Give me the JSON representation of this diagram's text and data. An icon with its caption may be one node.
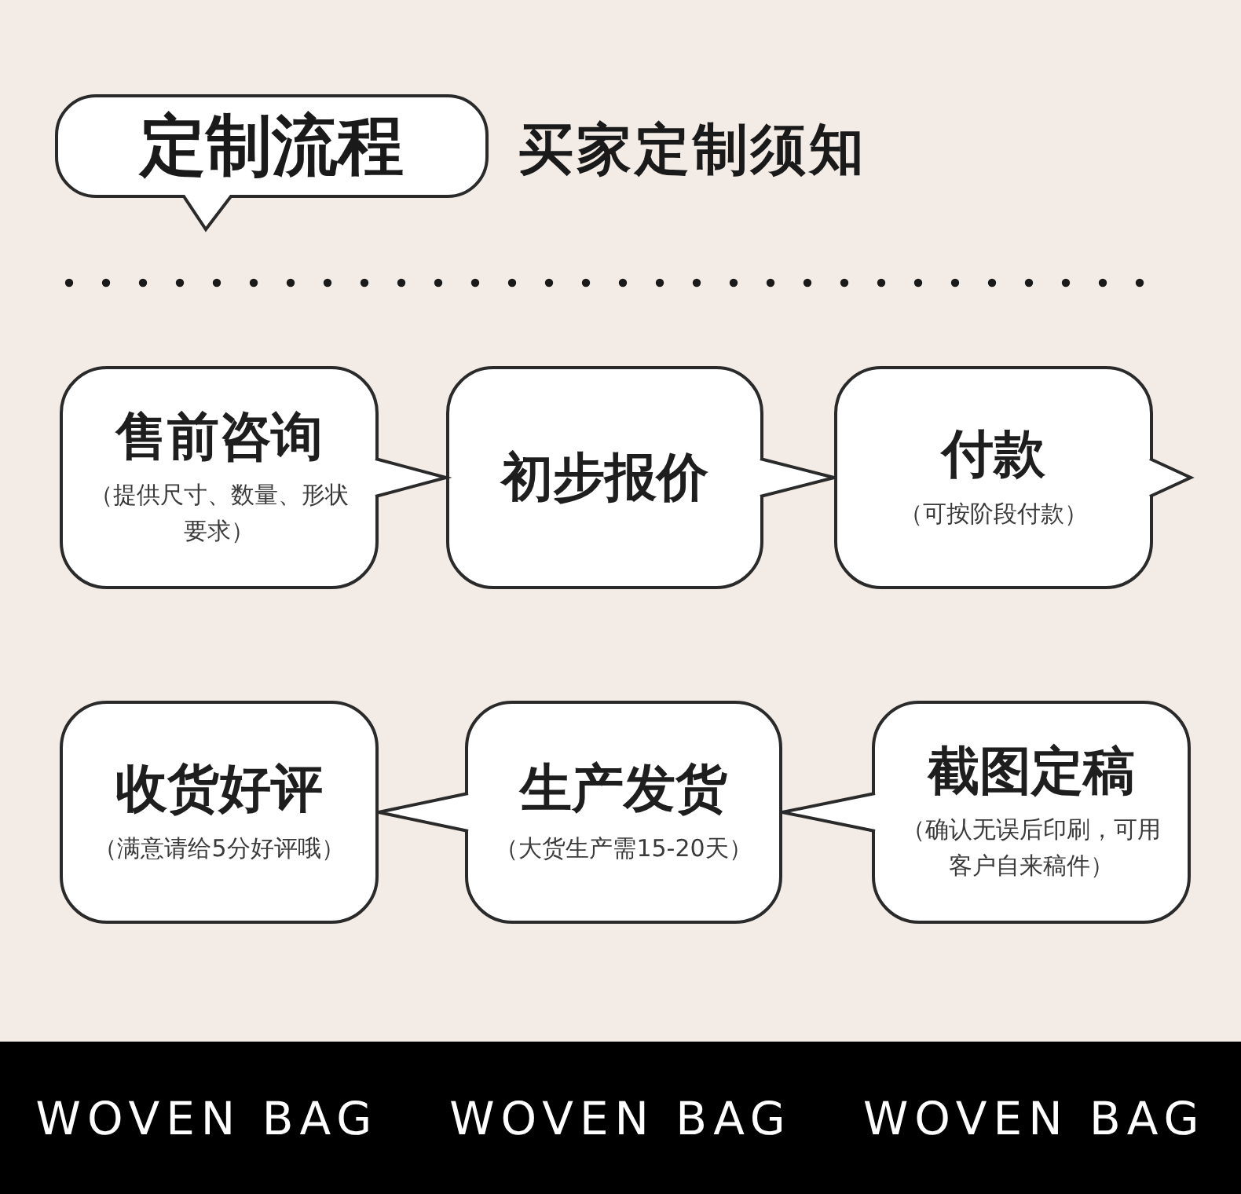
{
  "diagram": {
    "nodes": [
      {
        "text": [
          "定制流程"
        ]
      },
      {
        "text": [
          "售前咨询",
          "（提供尺寸、数量、形状要求）"
        ]
      },
      {
        "text": [
          "初步报价"
        ]
      },
      {
        "text": [
          "付款",
          "（可按阶段付款）"
        ]
      },
      {
        "text": [
          "收货好评",
          "（满意请给5分好评哦）"
        ]
      },
      {
        "text": [
          "生产发货",
          "（大货生产需15-20天）"
        ]
      },
      {
        "text": [
          "截图定稿",
          "（确认无误后印刷，可用客户自来稿件）"
        ]
      }
    ],
    "edges": [
      {
        "from": 1,
        "to": 2,
        "arrow": "to"
      },
      {
        "from": 2,
        "to": 3,
        "arrow": "to"
      },
      {
        "from": 3,
        "to": null,
        "arrow": "to"
      },
      {
        "from": 6,
        "to": 5,
        "arrow": "to"
      },
      {
        "from": 5,
        "to": 4,
        "arrow": "to"
      }
    ],
    "labels": [
      "买家定制须知",
      "WOVEN BAG",
      "WOVEN BAG",
      "WOVEN BAG"
    ]
  }
}
